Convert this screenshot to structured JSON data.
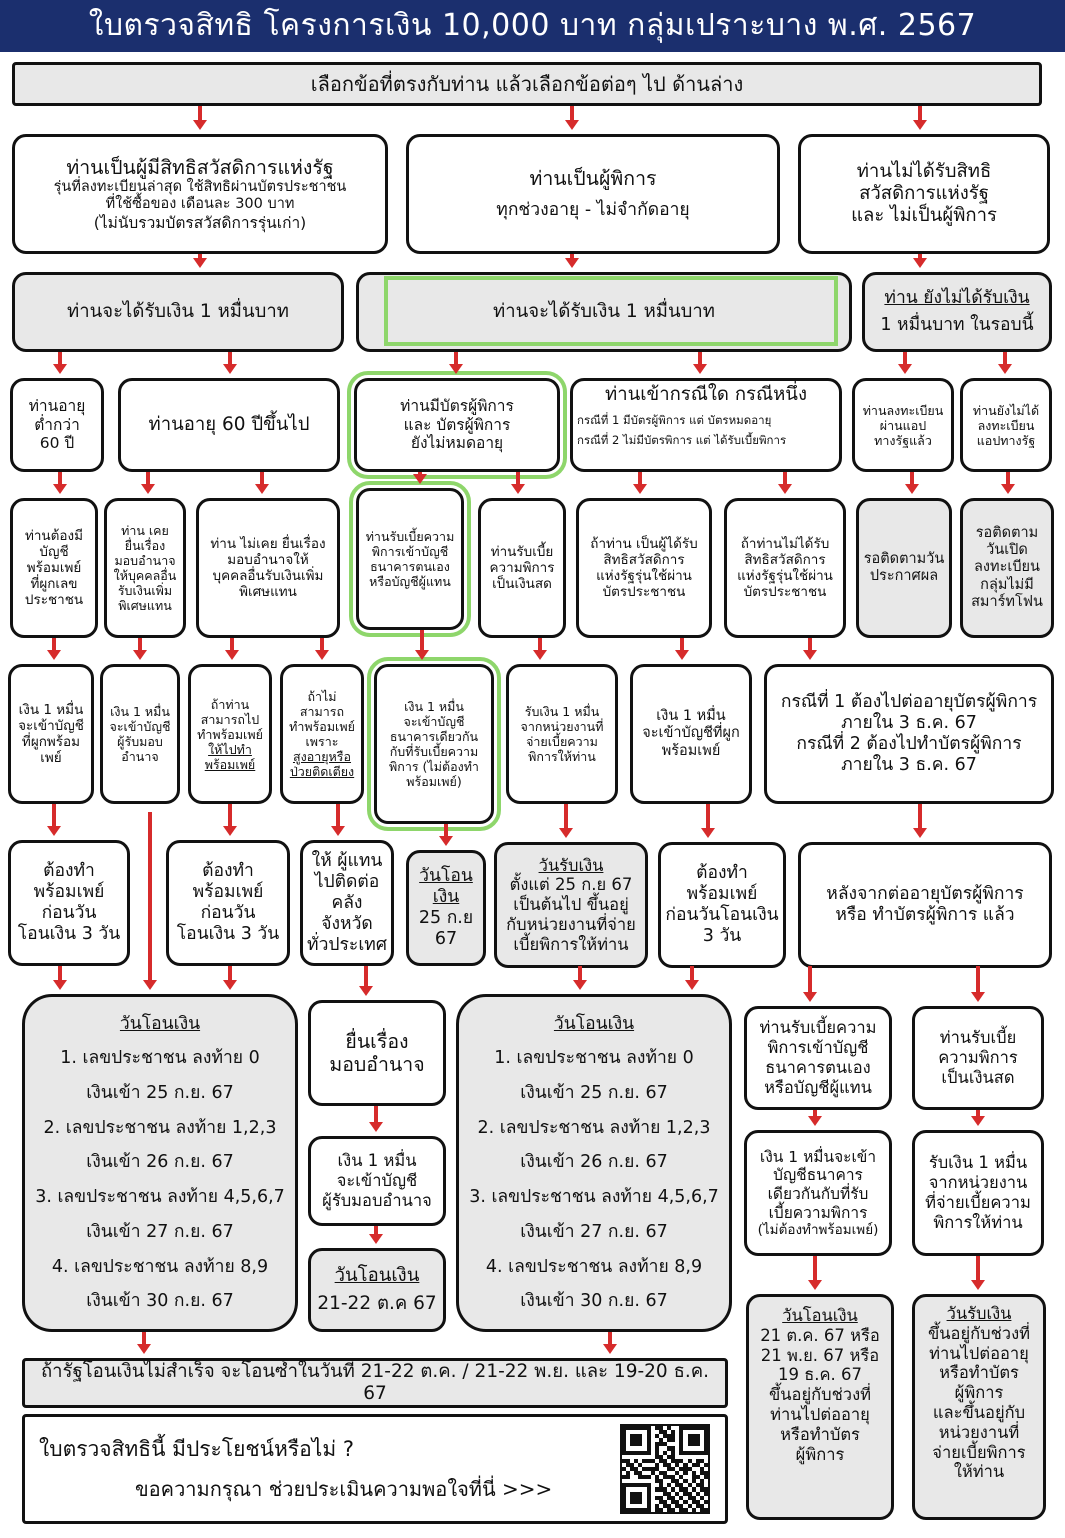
{
  "header": {
    "title": "ใบตรวจสิทธิ โครงการเงิน 10,000 บาท กลุ่มเปราะบาง พ.ศ. 2567"
  },
  "top_instruction": "เลือกข้อที่ตรงกับท่าน แล้วเลือกข้อต่อๆ ไป ด้านล่าง",
  "col_a": {
    "start": [
      "ท่านเป็นผู้มีสิทธิสวัสดิการแห่งรัฐ",
      "รุ่นที่ลงทะเบียนล่าสุด ใช้สิทธิผ่านบัตรประชาชน",
      "ที่ใช้ซื้อของ เดือนละ 300 บาท",
      "(ไม่นับรวมบัตรสวัสดิการรุ่นเก่า)"
    ],
    "result": "ท่านจะได้รับเงิน 1 หมื่นบาท",
    "age_under": [
      "ท่านอายุ",
      "ต่ำกว่า",
      "60 ปี"
    ],
    "age_over": "ท่านอายุ 60 ปีขึ้นไป",
    "need_account": [
      "ท่านต้องมี",
      "บัญชี",
      "พร้อมเพย์",
      "ที่ผูกเลข",
      "ประชาชน"
    ],
    "delegated": [
      "ท่าน เคย",
      "ยื่นเรื่อง",
      "มอบอำนาจ",
      "ให้บุคคลอื่น",
      "รับเงินเพิ่ม",
      "พิเศษแทน"
    ],
    "not_delegated": [
      "ท่าน ไม่เคย ยื่นเรื่อง",
      "มอบอำนาจให้",
      "บุคคลอื่นรับเงินเพิ่ม",
      "พิเศษแทน"
    ],
    "into_promptpay": [
      "เงิน 1 หมื่น",
      "จะเข้าบัญชี",
      "ที่ผูกพร้อม",
      "เพย์"
    ],
    "into_delegate": [
      "เงิน 1 หมื่น",
      "จะเข้าบัญชี",
      "ผู้รับมอบ",
      "อำนาจ"
    ],
    "if_can_go": [
      "ถ้าท่าน",
      "สามารถไป",
      "ทำพร้อมเพย์",
      "ให้ไปทำ",
      "พร้อมเพย์"
    ],
    "if_cannot": [
      "ถ้าไม่สามารถ",
      "ทำพร้อมเพย์",
      "เพราะ",
      "สูงอายุหรือ",
      "ป่วยติดเตียง"
    ],
    "do_promptpay_a": [
      "ต้องทำ",
      "พร้อมเพย์",
      "ก่อนวัน",
      "โอนเงิน 3 วัน"
    ],
    "do_promptpay_b": [
      "ต้องทำ",
      "พร้อมเพย์",
      "ก่อนวัน",
      "โอนเงิน 3 วัน"
    ],
    "contact_province": [
      "ให้ ผู้แทน",
      "ไปติดต่อ",
      "คลังจังหวัด",
      "ทั่วประเทศ"
    ],
    "file_delegation": [
      "ยื่นเรื่อง",
      "มอบอำนาจ"
    ],
    "into_delegate_2": [
      "เงิน 1 หมื่น",
      "จะเข้าบัญชี",
      "ผู้รับมอบอำนาจ"
    ],
    "transfer_day_title": "วันโอนเงิน",
    "transfer_day_value": "21-22 ต.ค 67"
  },
  "schedule": {
    "title": "วันโอนเงิน",
    "lines": [
      "1. เลขประชาชน ลงท้าย 0",
      "เงินเข้า 25 ก.ย. 67",
      "2. เลขประชาชน ลงท้าย 1,2,3",
      "เงินเข้า 26 ก.ย. 67",
      "3. เลขประชาชน ลงท้าย 4,5,6,7",
      "เงินเข้า 27 ก.ย. 67",
      "4. เลขประชาชน ลงท้าย 8,9",
      "เงินเข้า 30 ก.ย. 67"
    ]
  },
  "col_b": {
    "start": [
      "ท่านเป็นผู้พิการ",
      "ทุกช่วงอายุ - ไม่จำกัดอายุ"
    ],
    "result": "ท่านจะได้รับเงิน 1 หมื่นบาท",
    "has_card": [
      "ท่านมีบัตรผู้พิการ",
      "และ บัตรผู้พิการ",
      "ยังไม่หมดอายุ"
    ],
    "case_any": "ท่านเข้ากรณีใด กรณีหนึ่ง",
    "case_lines": [
      "กรณีที่ 1 มีบัตรผู้พิการ แต่ บัตรหมดอายุ",
      "กรณีที่ 2 ไม่มีบัตรพิการ แต่ ได้รับเบี้ยพิการ"
    ],
    "bank_allowance": [
      "ท่านรับเบี้ยความ",
      "พิการเข้าบัญชี",
      "ธนาคารตนเอง",
      "หรือบัญชีผู้แทน"
    ],
    "cash_allowance": [
      "ท่านรับเบี้ย",
      "ความพิการ",
      "เป็นเงินสด"
    ],
    "welfare_card": [
      "ถ้าท่าน เป็นผู้ได้รับ",
      "สิทธิสวัสดิการ",
      "แห่งรัฐรุ่นใช้ผ่าน",
      "บัตรประชาชน"
    ],
    "no_welfare_card": [
      "ถ้าท่านไม่ได้รับ",
      "สิทธิสวัสดิการ",
      "แห่งรัฐรุ่นใช้ผ่าน",
      "บัตรประชาชน"
    ],
    "same_account": [
      "เงิน 1 หมื่น",
      "จะเข้าบัญชี",
      "ธนาคารเดียวกัน",
      "กับที่รับเบี้ยความ",
      "พิการ (ไม่ต้องทำ",
      "พร้อมเพย์)"
    ],
    "from_agency": [
      "รับเงิน 1 หมื่น",
      "จากหน่วยงานที่",
      "จ่ายเบี้ยความ",
      "พิการให้ท่าน"
    ],
    "into_promptpay": [
      "เงิน 1 หมื่น",
      "จะเข้าบัญชีที่ผูก",
      "พร้อมเพย์"
    ],
    "renew_lines": [
      "กรณีที่ 1 ต้องไปต่ออายุบัตรผู้พิการ",
      "ภายใน 3 ธ.ค. 67",
      "กรณีที่ 2 ต้องไปทำบัตรผู้พิการ",
      "ภายใน 3 ธ.ค. 67"
    ],
    "transfer_title": "วันโอน เงิน",
    "transfer_date": [
      "25 ก.ย",
      "67"
    ],
    "receive_title": "วันรับเงิน",
    "receive_lines": [
      "ตั้งแต่ 25 ก.ย 67",
      "เป็นต้นไป ขึ้นอยู่",
      "กับหน่วยงานที่จ่าย",
      "เบี้ยพิการให้ท่าน"
    ],
    "do_promptpay": [
      "ต้องทำ",
      "พร้อมเพย์",
      "ก่อนวันโอนเงิน",
      "3 วัน"
    ],
    "after_renew": [
      "หลังจากต่ออายุบัตรผู้พิการ",
      "หรือ ทำบัตรผู้พิการ แล้ว"
    ],
    "bank_allowance_2": [
      "ท่านรับเบี้ยความ",
      "พิการเข้าบัญชี",
      "ธนาคารตนเอง",
      "หรือบัญชีผู้แทน"
    ],
    "cash_allowance_2": [
      "ท่านรับเบี้ย",
      "ความพิการ",
      "เป็นเงินสด"
    ],
    "same_account_2": [
      "เงิน 1 หมื่นจะเข้า",
      "บัญชีธนาคาร",
      "เดียวกันกับที่รับ",
      "เบี้ยความพิการ",
      "(ไม่ต้องทำพร้อมเพย์)"
    ],
    "from_agency_2": [
      "รับเงิน 1 หมื่น",
      "จากหน่วยงาน",
      "ที่จ่ายเบี้ยความ",
      "พิการให้ท่าน"
    ],
    "transfer_day_2_title": "วันโอนเงิน",
    "transfer_day_2_lines": [
      "21 ต.ค. 67 หรือ",
      "21 พ.ย. 67 หรือ",
      "19 ธ.ค. 67",
      "ขึ้นอยู่กับช่วงที่",
      "ท่านไปต่ออายุ",
      "หรือทำบัตร",
      "ผู้พิการ"
    ],
    "receive_day_2_title": "วันรับเงิน",
    "receive_day_2_lines": [
      "ขึ้นอยู่กับช่วงที่",
      "ท่านไปต่ออายุ",
      "หรือทำบัตร",
      "ผู้พิการ",
      "และขึ้นอยู่กับ",
      "หน่วยงานที่",
      "จ่ายเบี้ยพิการ",
      "ให้ท่าน"
    ]
  },
  "col_c": {
    "start": [
      "ท่านไม่ได้รับสิทธิ",
      "สวัสดิการแห่งรัฐ",
      "และ ไม่เป็นผู้พิการ"
    ],
    "result": [
      "ท่าน ยังไม่ได้รับเงิน",
      "1 หมื่นบาท ในรอบนี้"
    ],
    "registered": [
      "ท่านลงทะเบียน",
      "ผ่านแอป",
      "ทางรัฐแล้ว"
    ],
    "not_registered": [
      "ท่านยังไม่ได้",
      "ลงทะเบียน",
      "แอปทางรัฐ"
    ],
    "wait_announce": [
      "รอติดตามวัน",
      "ประกาศผล"
    ],
    "wait_register": [
      "รอติดตาม",
      "วันเปิด",
      "ลงทะเบียน",
      "กลุ่มไม่มี",
      "สมาร์ทโฟน"
    ]
  },
  "retry_note": "ถ้ารัฐโอนเงินไม่สำเร็จ จะโอนซ้ำในวันที่ 21-22 ต.ค. / 21-22 พ.ย. และ 19-20 ธ.ค. 67",
  "feedback": {
    "question": "ใบตรวจสิทธินี้ มีประโยชน์หรือไม่ ?",
    "request": "ขอความกรุณา ช่วยประเมินความพอใจที่นี่ >>>"
  },
  "colors": {
    "header_bg": "#1b2f6e",
    "arrow": "#d62b2b",
    "highlight": "#8ed66b",
    "gray_box": "#e8e8e8"
  }
}
